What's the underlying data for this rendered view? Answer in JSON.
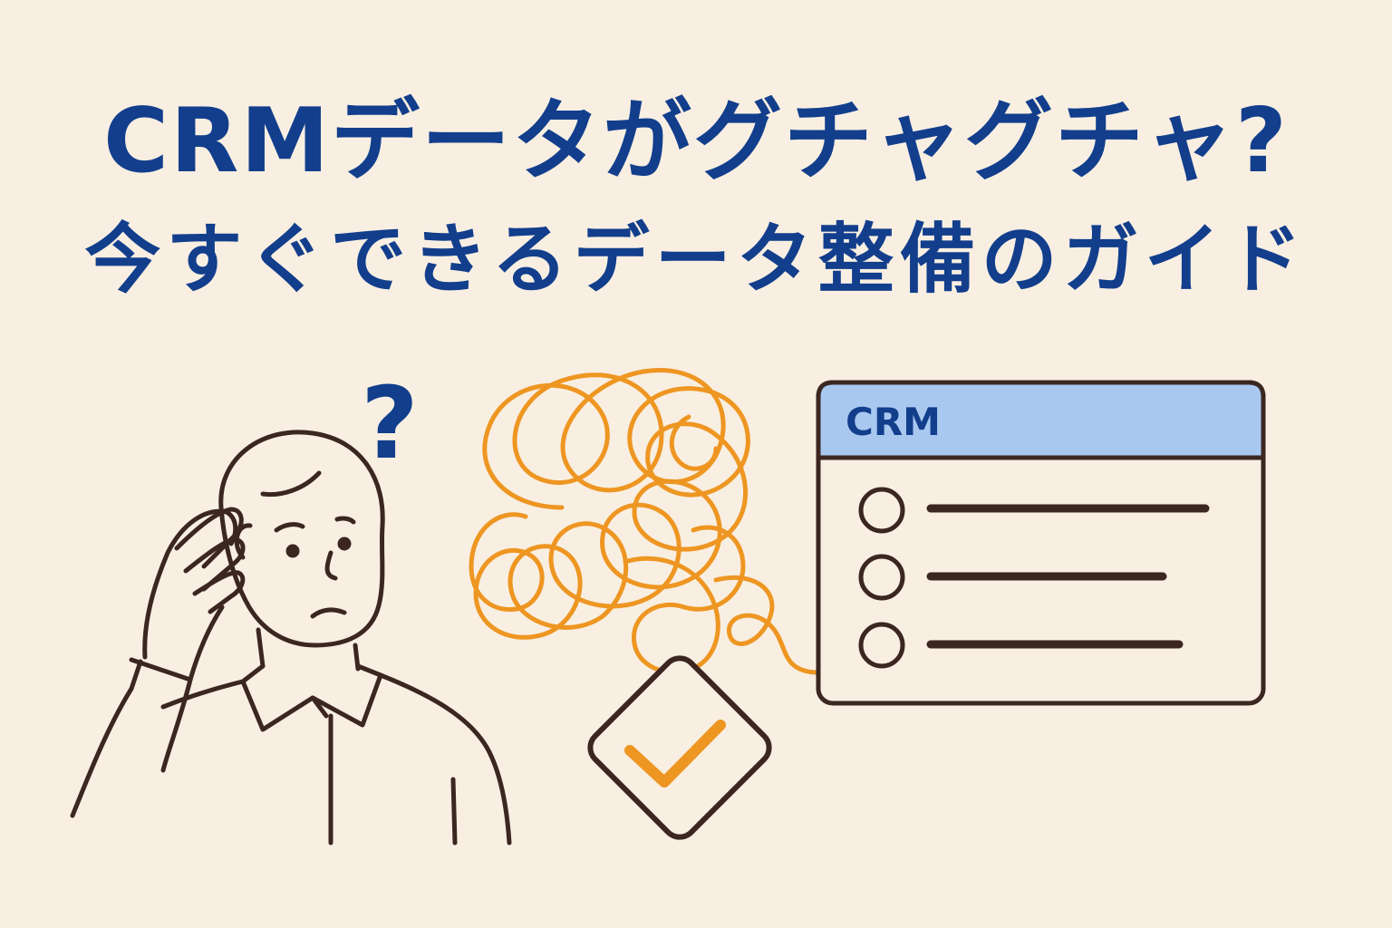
{
  "headline": {
    "line1": "CRMデータがグチャグチャ?",
    "line2": "今すぐできるデータ整備のガイド"
  },
  "illustration": {
    "person": {
      "question_mark": "?"
    },
    "crm_window": {
      "title": "CRM",
      "list_items": 3
    },
    "tangle_icon": "tangled-line",
    "checkbox_icon": "checkmark-diamond"
  },
  "colors": {
    "background": "#f8efe2",
    "title": "#123e8c",
    "outline": "#3b2620",
    "tangle": "#ee9622",
    "crm_header": "#a9c8f0",
    "check": "#ee9622"
  }
}
